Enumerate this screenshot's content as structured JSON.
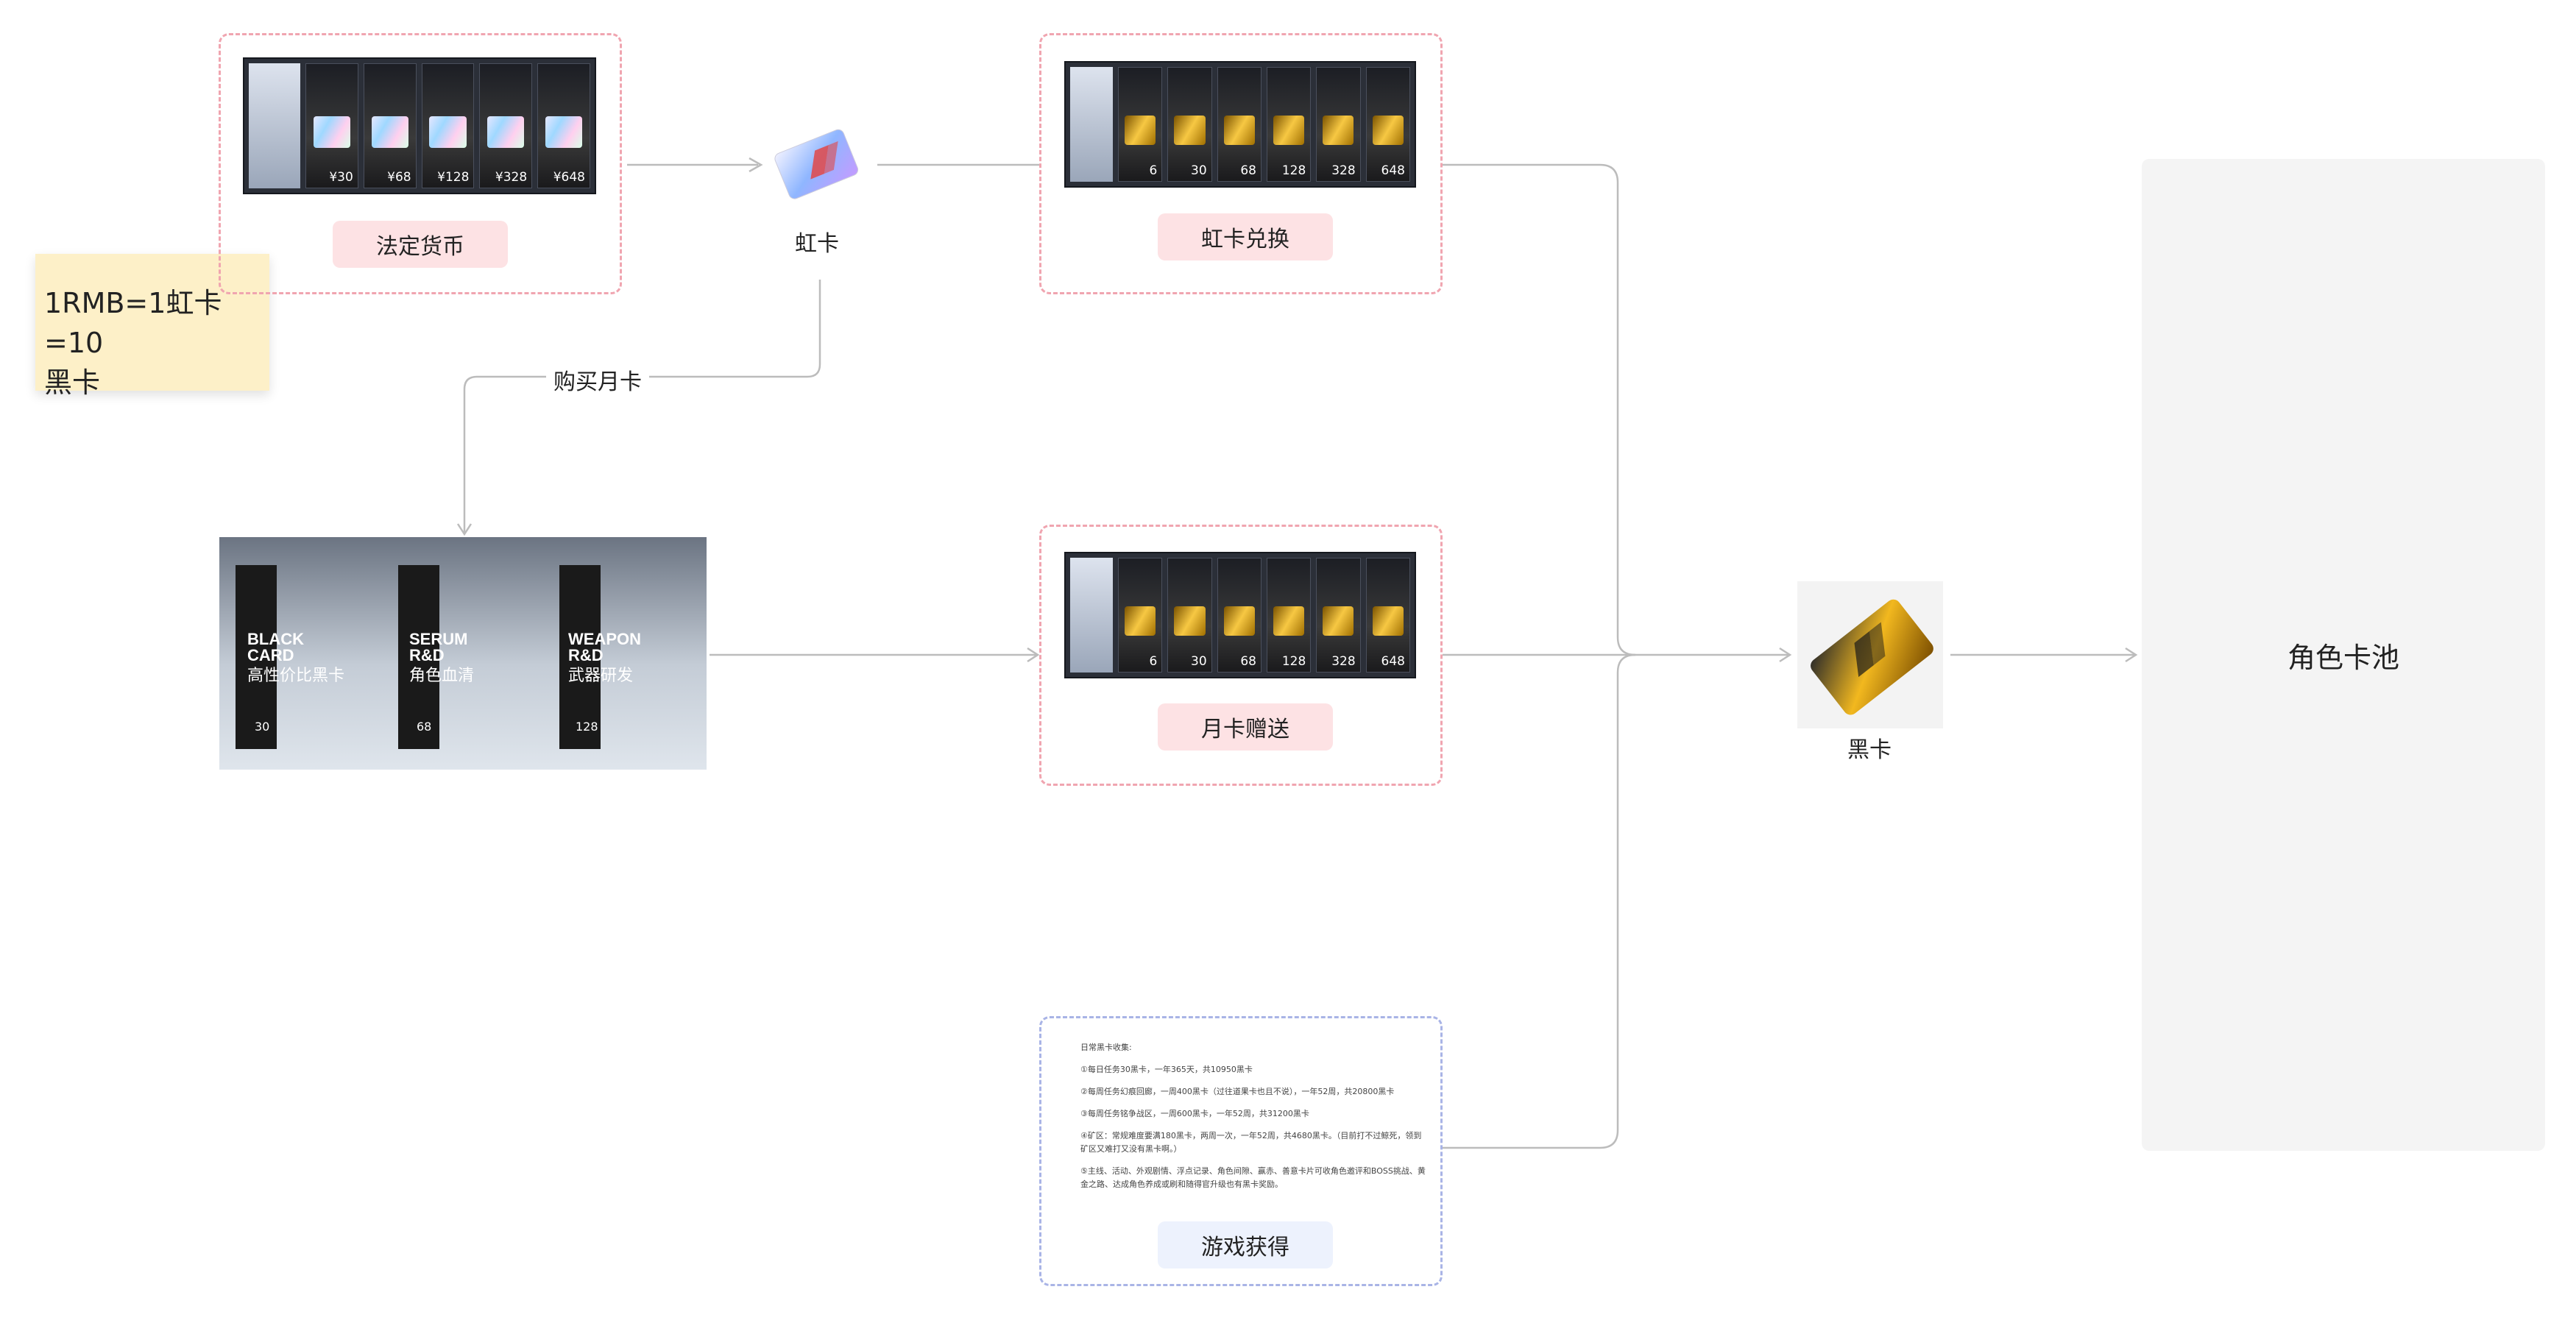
{
  "note": {
    "text_l1": "1RMB=1虹卡=10",
    "text_l2": "黑卡"
  },
  "groups": {
    "fiat": {
      "label": "法定货币",
      "prices": [
        "¥30",
        "¥68",
        "¥128",
        "¥328",
        "¥648"
      ]
    },
    "rainbow_exchange": {
      "label": "虹卡兑换",
      "prices": [
        "6",
        "30",
        "68",
        "128",
        "328",
        "648"
      ]
    },
    "monthly_gift": {
      "label": "月卡赠送",
      "prices": [
        "6",
        "30",
        "68",
        "128",
        "328",
        "648"
      ]
    },
    "game": {
      "label": "游戏获得"
    }
  },
  "nodes": {
    "rainbow_card": "虹卡",
    "black_card": "黑卡",
    "card_pool": "角色卡池"
  },
  "edges": {
    "buy_monthly": "购买月卡"
  },
  "monthly_banner": {
    "cards": [
      {
        "en": "BLACK\nCARD",
        "cn": "高性价比黑卡",
        "price": "30"
      },
      {
        "en": "SERUM\nR&D",
        "cn": "角色血清",
        "price": "68"
      },
      {
        "en": "WEAPON\nR&D",
        "cn": "武器研发",
        "price": "128"
      }
    ]
  },
  "game_doc": {
    "lines": [
      "日常黑卡收集:",
      "①每日任务30黑卡，一年365天，共10950黑卡",
      "②每周任务幻痕回廊，一周400黑卡（过往道果卡也且不说），一年52周，共20800黑卡",
      "③每周任务铭争战区，一周600黑卡，一年52周，共31200黑卡",
      "④矿区：常规难度要满180黑卡，两周一次，一年52周，共4680黑卡。（目前打不过鲸死，领到",
      "矿区又难打又没有黑卡啊。）",
      "⑤主线、活动、外观剧情、浮点记录、角色间隙、赢赤、善意卡片可收角色邀评和BOSS挑战、黄",
      "金之路、达成角色养成或刷和随得官升级也有黑卡奖励。"
    ]
  },
  "colors": {
    "connector": "#b9b9b9",
    "pink_dash": "#f0a5b0",
    "blue_dash": "#a9b4e6"
  }
}
